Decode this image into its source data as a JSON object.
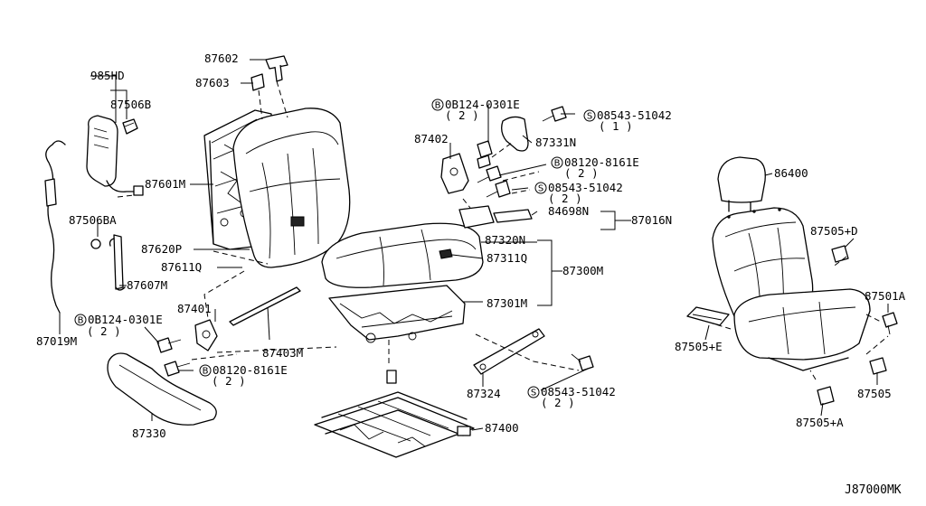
{
  "diagram_code": "J87000MK",
  "labels": {
    "l985HD": "985HD",
    "l87506B": "87506B",
    "l87602": "87602",
    "l87603": "87603",
    "l87601M": "87601M",
    "l87506BA": "87506BA",
    "l87620P": "87620P",
    "l87611Q": "87611Q",
    "l87607M": "87607M",
    "l87019M": "87019M",
    "l87401": "87401",
    "l08124a": "0B124-0301E",
    "l08124a_q": "( 2 )",
    "l08120a": "08120-8161E",
    "l08120a_q": "( 2 )",
    "l87403M": "87403M",
    "l87330": "87330",
    "l08124b": "0B124-0301E",
    "l08124b_q": "( 2 )",
    "l87402": "87402",
    "l87331N": "87331N",
    "l08543a": "08543-51042",
    "l08543a_q": "( 1 )",
    "l08120b": "08120-8161E",
    "l08120b_q": "( 2 )",
    "l08543b": "08543-51042",
    "l08543b_q": "( 2 )",
    "l84698N": "84698N",
    "l87016N": "87016N",
    "l87320N": "87320N",
    "l87311Q": "87311Q",
    "l87300M": "87300M",
    "l87301M": "87301M",
    "l87324": "87324",
    "l08543c": "08543-51042",
    "l08543c_q": "( 2 )",
    "l87400": "87400",
    "l86400": "86400",
    "l87505D": "87505+D",
    "l87501A": "87501A",
    "l87505E": "87505+E",
    "l87505": "87505",
    "l87505A": "87505+A"
  },
  "badges": {
    "bolt": "B",
    "screw": "S"
  }
}
